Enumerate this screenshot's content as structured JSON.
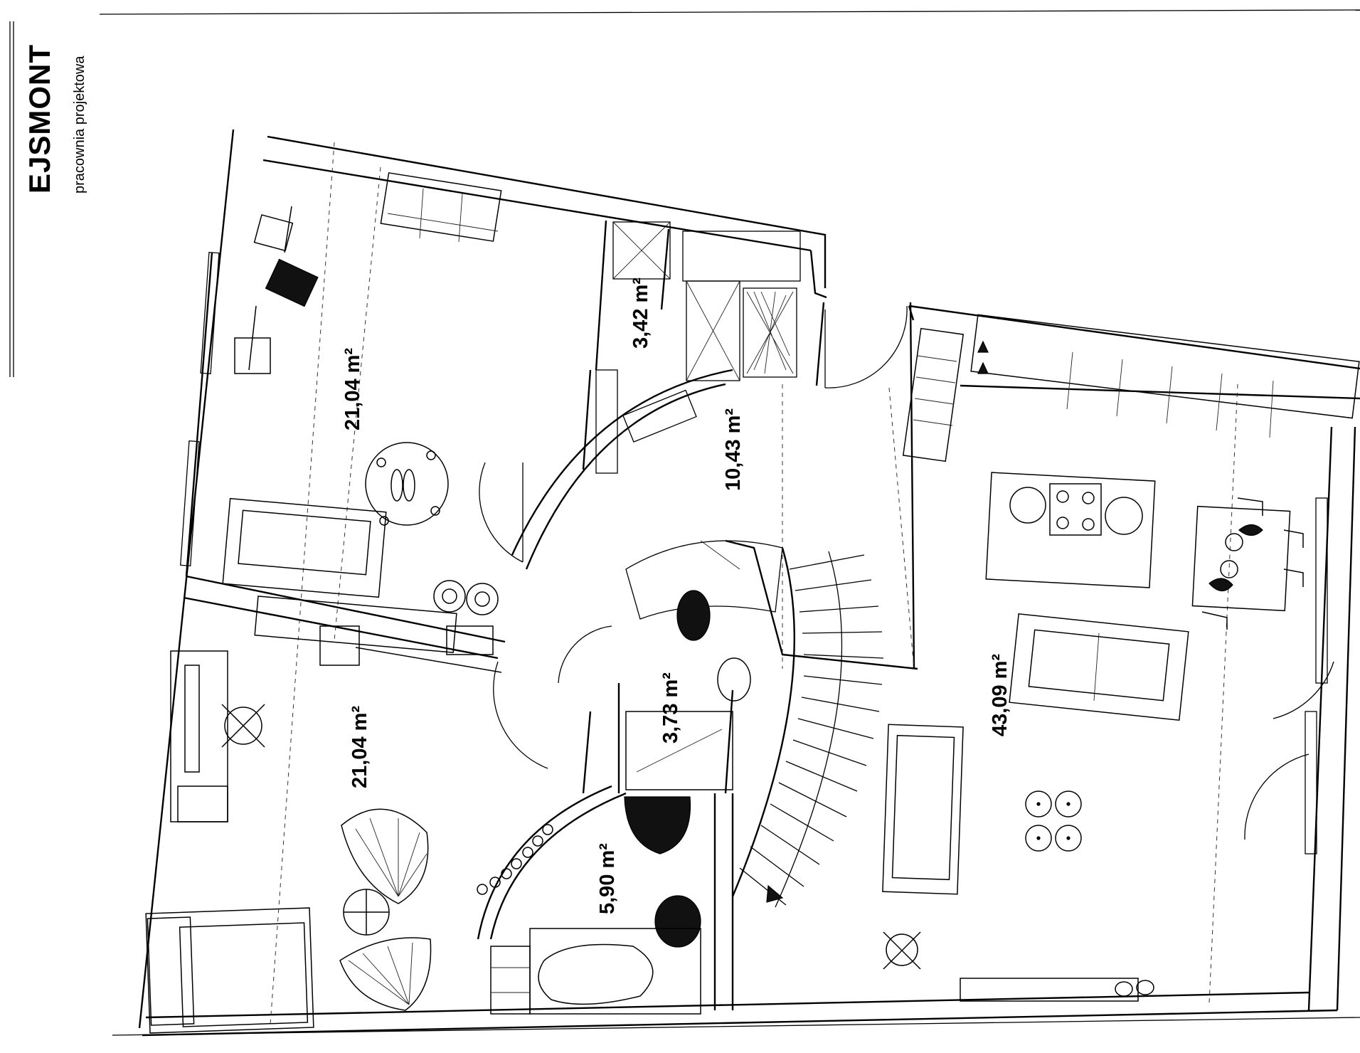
{
  "header": {
    "brand": "EJSMONT",
    "subtitle": "pracownia projektowa"
  },
  "rooms": [
    {
      "id": "room-top-left",
      "label": "21,04 m²"
    },
    {
      "id": "room-wardrobe",
      "label": "3,42 m²"
    },
    {
      "id": "room-hall",
      "label": "10,43 m²"
    },
    {
      "id": "room-living-kitchen",
      "label": "43,09 m²"
    },
    {
      "id": "room-wc",
      "label": "3,73 m²"
    },
    {
      "id": "room-bottom-left",
      "label": "21,04 m²"
    },
    {
      "id": "room-bathroom",
      "label": "5,90 m²"
    }
  ],
  "colors": {
    "ink": "#000000",
    "paper": "#ffffff"
  }
}
